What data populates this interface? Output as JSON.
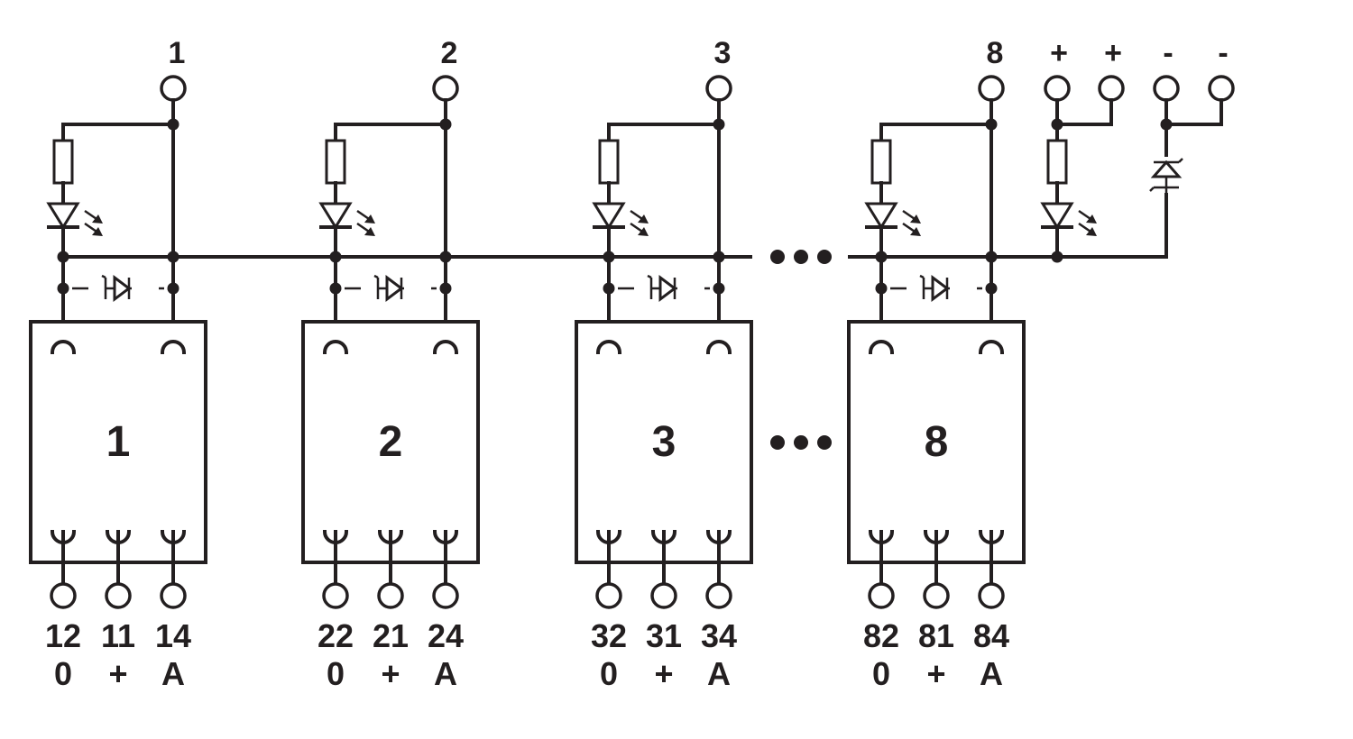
{
  "top_terminals": [
    {
      "label": "1"
    },
    {
      "label": "2"
    },
    {
      "label": "3"
    },
    {
      "label": "8"
    }
  ],
  "supply_terminals": [
    {
      "label": "+"
    },
    {
      "label": "+"
    },
    {
      "label": "-"
    },
    {
      "label": "-"
    }
  ],
  "modules": [
    {
      "label": "1",
      "pins": [
        {
          "number": "12",
          "sign": "0"
        },
        {
          "number": "11",
          "sign": "+"
        },
        {
          "number": "14",
          "sign": "A"
        }
      ]
    },
    {
      "label": "2",
      "pins": [
        {
          "number": "22",
          "sign": "0"
        },
        {
          "number": "21",
          "sign": "+"
        },
        {
          "number": "24",
          "sign": "A"
        }
      ]
    },
    {
      "label": "3",
      "pins": [
        {
          "number": "32",
          "sign": "0"
        },
        {
          "number": "31",
          "sign": "+"
        },
        {
          "number": "34",
          "sign": "A"
        }
      ]
    },
    {
      "label": "8",
      "pins": [
        {
          "number": "82",
          "sign": "0"
        },
        {
          "number": "81",
          "sign": "+"
        },
        {
          "number": "84",
          "sign": "A"
        }
      ]
    }
  ],
  "colors": {
    "ink": "#231f20",
    "background": "#ffffff"
  }
}
